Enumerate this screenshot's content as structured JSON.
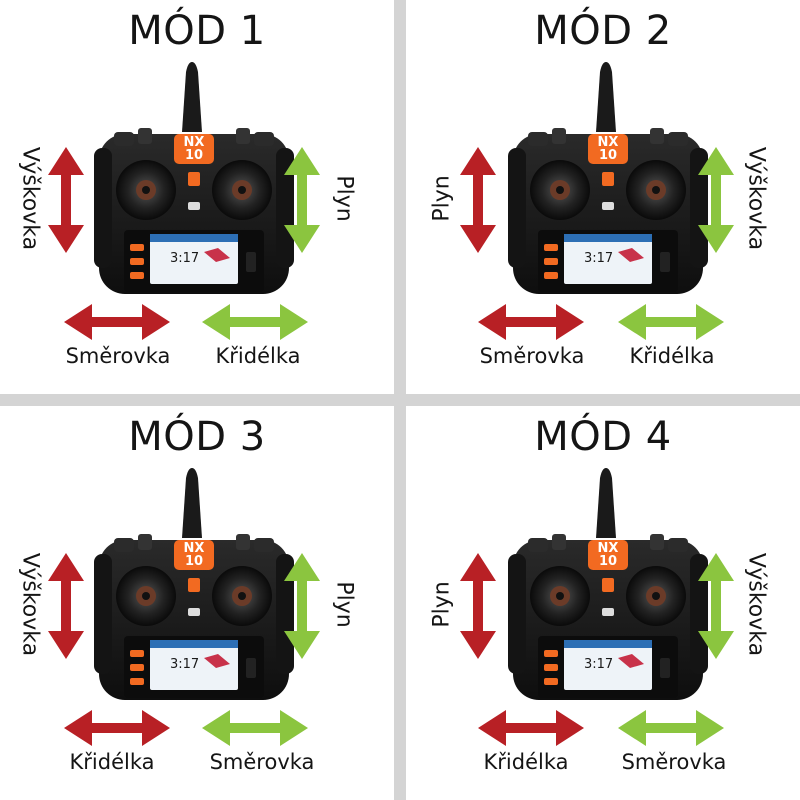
{
  "panels": [
    {
      "title": "MÓD 1",
      "left_label": "Výškovka",
      "right_label": "Plyn",
      "bottom_left_label": "Směrovka",
      "bottom_right_label": "Křidélka"
    },
    {
      "title": "MÓD 2",
      "left_label": "Plyn",
      "right_label": "Výškovka",
      "bottom_left_label": "Směrovka",
      "bottom_right_label": "Křidélka"
    },
    {
      "title": "MÓD 3",
      "left_label": "Výškovka",
      "right_label": "Plyn",
      "bottom_left_label": "Křidélka",
      "bottom_right_label": "Směrovka"
    },
    {
      "title": "MÓD 4",
      "left_label": "Plyn",
      "right_label": "Výškovka",
      "bottom_left_label": "Křidélka",
      "bottom_right_label": "Směrovka"
    }
  ],
  "transmitter": {
    "logo_top": "NX",
    "logo_bottom": "10",
    "screen_time": "3:17"
  },
  "colors": {
    "left_arrows": "#b82025",
    "right_arrows": "#8bc53f",
    "divider": "#d4d4d4",
    "body": "#1c1c1c",
    "logo_accent": "#f26a21"
  }
}
